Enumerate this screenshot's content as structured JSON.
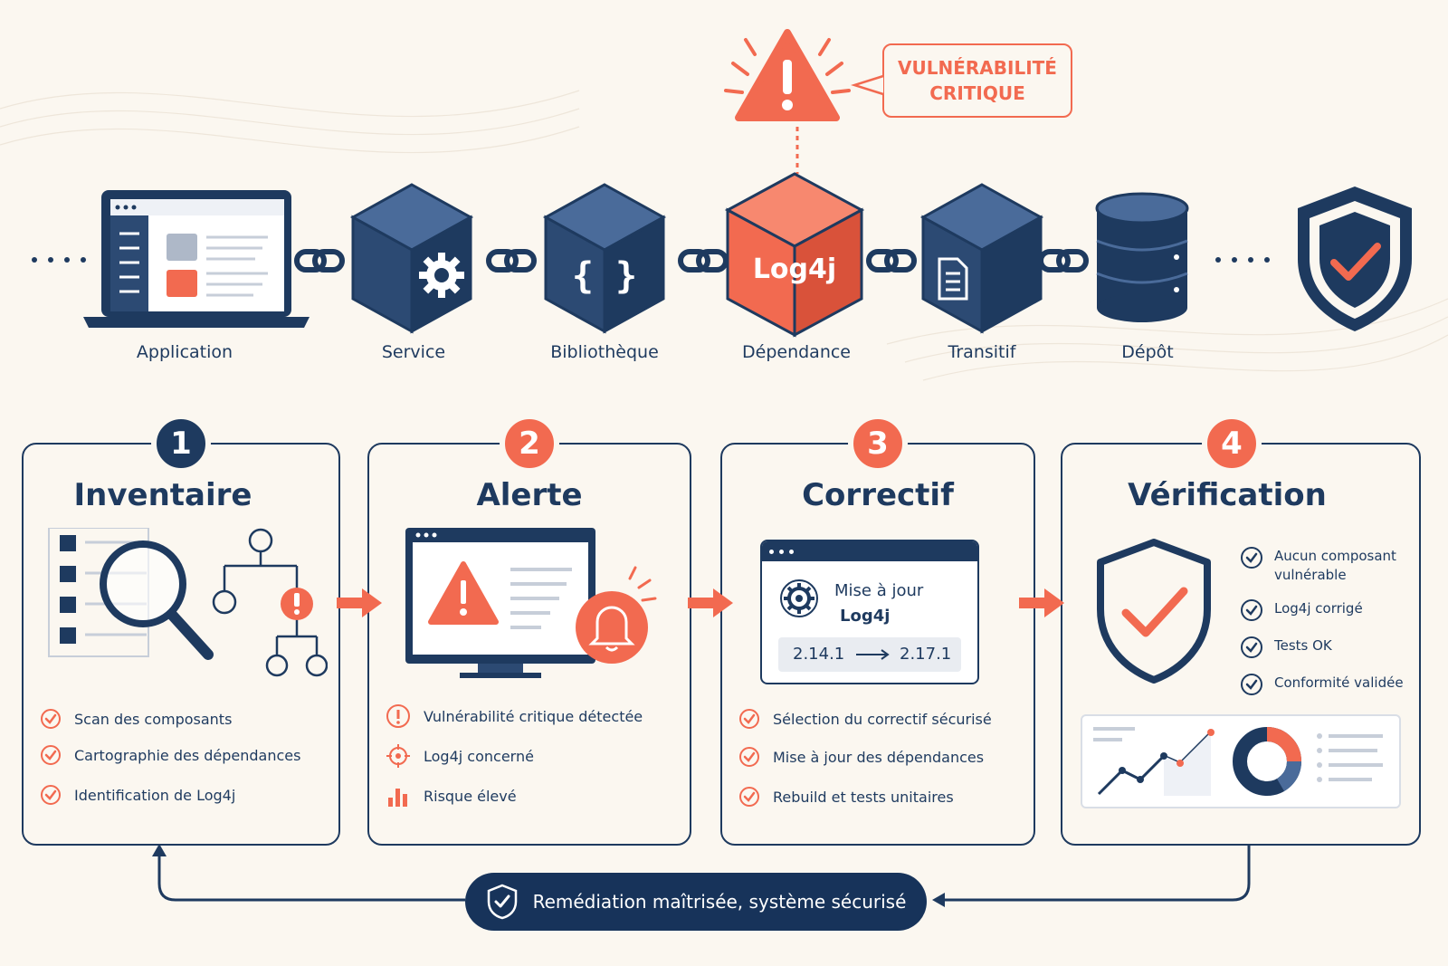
{
  "alert": {
    "line1": "VULNÉRABILITÉ",
    "line2": "CRITIQUE"
  },
  "chain": {
    "application": "Application",
    "service": "Service",
    "library": "Bibliothèque",
    "dependency": "Dépendance",
    "dependency_box_label": "Log4j",
    "transitive": "Transitif",
    "repository": "Dépôt"
  },
  "steps": [
    {
      "number": "1",
      "title": "Inventaire",
      "items": [
        "Scan des composants",
        "Cartographie des dépendances",
        "Identification de Log4j"
      ]
    },
    {
      "number": "2",
      "title": "Alerte",
      "items": [
        "Vulnérabilité critique détectée",
        "Log4j concerné",
        "Risque élevé"
      ]
    },
    {
      "number": "3",
      "title": "Correctif",
      "items": [
        "Sélection du correctif sécurisé",
        "Mise à jour des dépendances",
        "Rebuild et tests unitaires"
      ],
      "update_window": {
        "title_line1": "Mise à jour",
        "title_line2": "Log4j",
        "from_version": "2.14.1",
        "to_version": "2.17.1"
      }
    },
    {
      "number": "4",
      "title": "Vérification",
      "items": [
        "Aucun composant vulnérable",
        "Log4j corrigé",
        "Tests OK",
        "Conformité validée"
      ]
    }
  ],
  "footer": {
    "label": "Remédiation maîtrisée, système sécurisé"
  },
  "colors": {
    "navy": "#1E3A5F",
    "coral": "#F26A50",
    "background": "#FBF7F0"
  },
  "icons": [
    "warning-icon",
    "gear-icon",
    "braces-icon",
    "document-icon",
    "database-icon",
    "shield-check-icon",
    "magnifier-icon",
    "bell-icon",
    "check-circle-icon"
  ]
}
